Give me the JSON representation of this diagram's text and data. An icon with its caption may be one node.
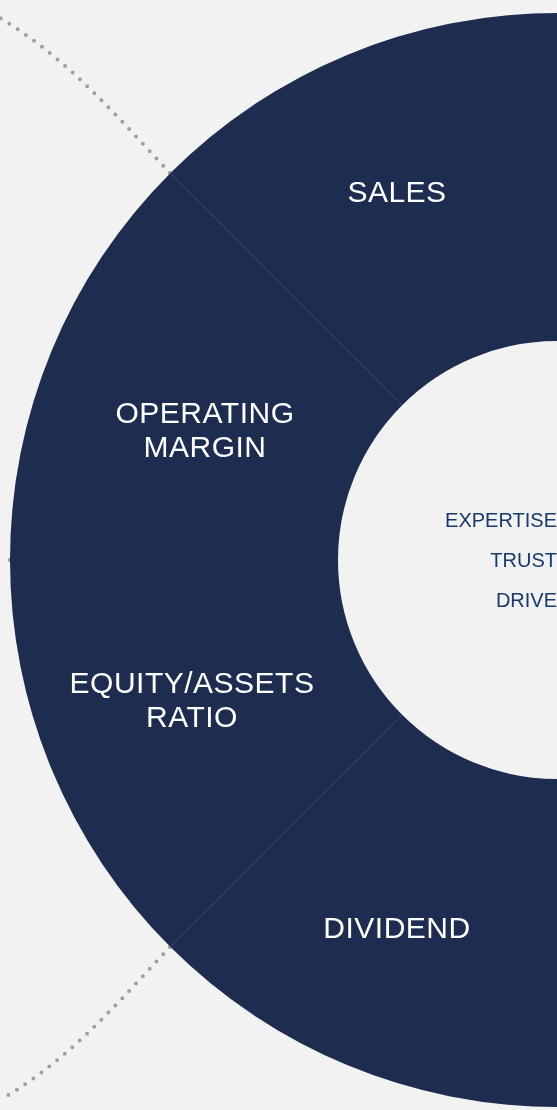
{
  "diagram": {
    "nodes": [
      {
        "text": [
          "SALES"
        ]
      },
      {
        "text": [
          "OPERATING MARGIN"
        ]
      },
      {
        "text": [
          "EQUITY/ASSETS RATIO"
        ]
      },
      {
        "text": [
          "DIVIDEND"
        ]
      },
      {
        "text": [
          "EXPERTISE",
          "TRUST",
          "DRIVE"
        ]
      }
    ]
  }
}
